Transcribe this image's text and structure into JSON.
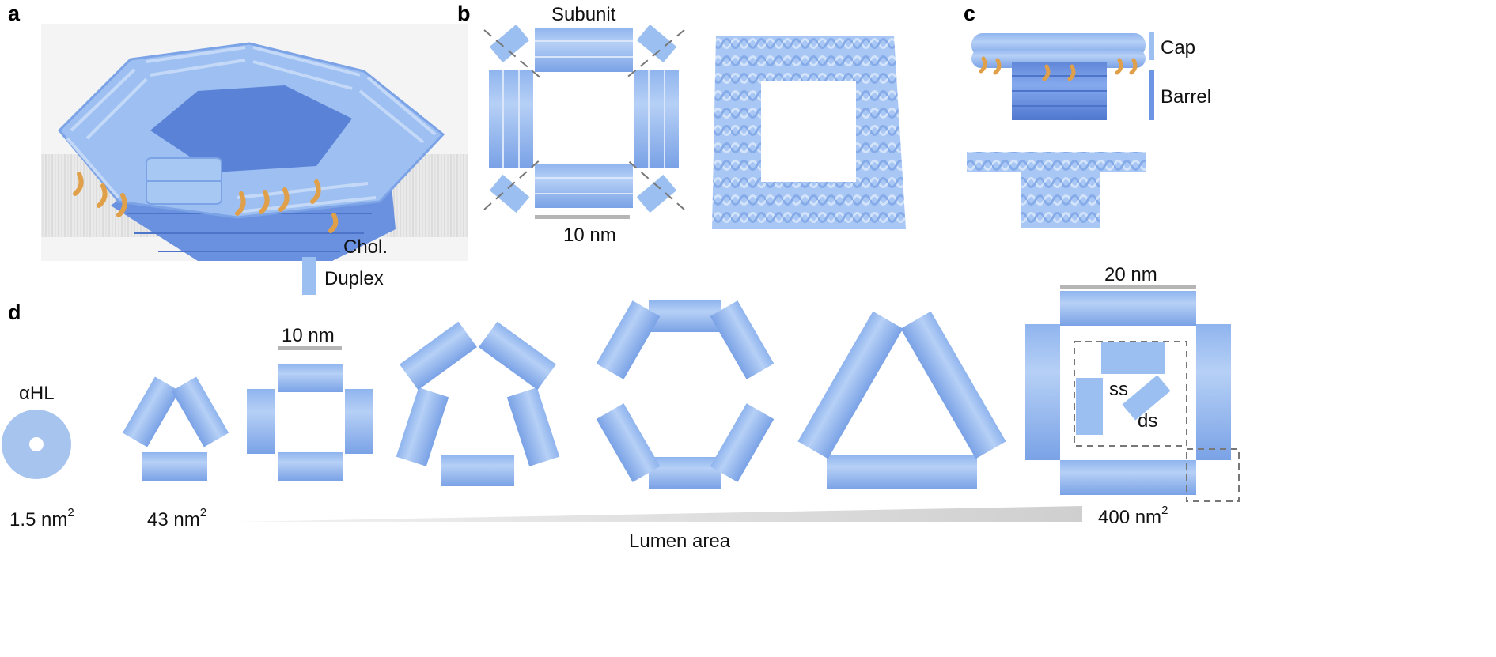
{
  "panel_letters": {
    "a": "a",
    "b": "b",
    "c": "c",
    "d": "d"
  },
  "panel_a": {
    "legend": {
      "chol_label": "Chol.",
      "duplex_label": "Duplex"
    }
  },
  "panel_b": {
    "subunit_label": "Subunit",
    "scale_label": "10 nm"
  },
  "panel_c": {
    "cap_label": "Cap",
    "barrel_label": "Barrel"
  },
  "panel_d": {
    "alpha_hl_label": "αHL",
    "scale_small": "10 nm",
    "scale_large": "20 nm",
    "inset_ss": "ss",
    "inset_ds": "ds",
    "area_min": {
      "value": "1.5 nm",
      "exp": "2"
    },
    "area_triangle": {
      "value": "43 nm",
      "exp": "2"
    },
    "area_max": {
      "value": "400 nm",
      "exp": "2"
    },
    "lumen_label": "Lumen area"
  },
  "colors": {
    "duplex": "#9bbff0",
    "duplex_dark": "#6c93df",
    "barrel": "#6e95e3",
    "chol": "#e0a04a",
    "scale_bar": "#b5b5b5",
    "dash": "#777777"
  }
}
